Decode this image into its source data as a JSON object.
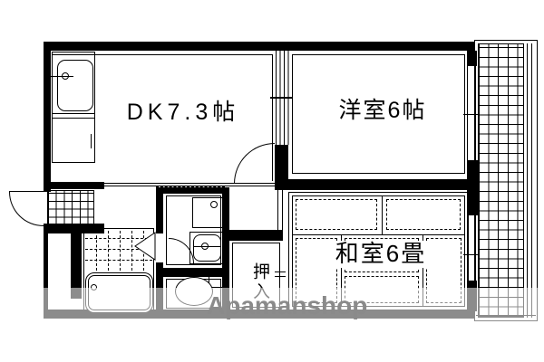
{
  "floorplan": {
    "rooms": {
      "dk": {
        "label": "DK7.3帖"
      },
      "western": {
        "label": "洋室6帖"
      },
      "japanese": {
        "label": "和室6畳"
      },
      "closet": {
        "label": "押入"
      }
    },
    "fixtures": [
      "kitchen-sink",
      "kitchen-faucet",
      "bathtub",
      "bath-tile-floor",
      "folding-door",
      "washing-machine-pan",
      "wash-basin",
      "toilet",
      "entry-mat",
      "entry-door",
      "room-door",
      "sliding-door",
      "window",
      "balcony-grid",
      "tatami-mats"
    ],
    "watermark": {
      "text": "Apamanshop",
      "color": "#8a8a8a"
    },
    "colors": {
      "line": "#000000",
      "background": "#ffffff",
      "watermark_band": "rgba(255,255,255,0.55)"
    }
  }
}
